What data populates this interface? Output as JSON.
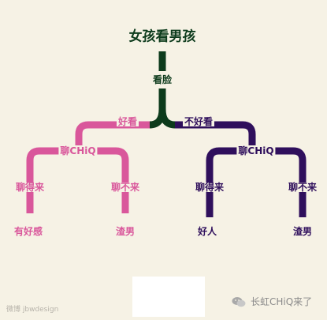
{
  "root": {
    "label": "女孩看男孩"
  },
  "decision": {
    "label": "看脸"
  },
  "left_branch": {
    "label": "好看",
    "decision": "聊CHiQ",
    "left": {
      "label": "聊得来",
      "result": "有好感"
    },
    "right": {
      "label": "聊不来",
      "result": "渣男"
    }
  },
  "right_branch": {
    "label": "不好看",
    "decision": "聊CHiQ",
    "left": {
      "label": "聊得来",
      "result": "好人"
    },
    "right": {
      "label": "聊不来",
      "result": "渣男"
    }
  },
  "watermark_left": "微博 jbwdesign",
  "watermark_right": "长虹CHiQ来了",
  "colors": {
    "background": "#f6f2e5",
    "dark_green": "#0d3b1c",
    "pink": "#d9579b",
    "purple": "#2f0f5c"
  },
  "icons": {
    "wechat": "wechat-icon"
  }
}
